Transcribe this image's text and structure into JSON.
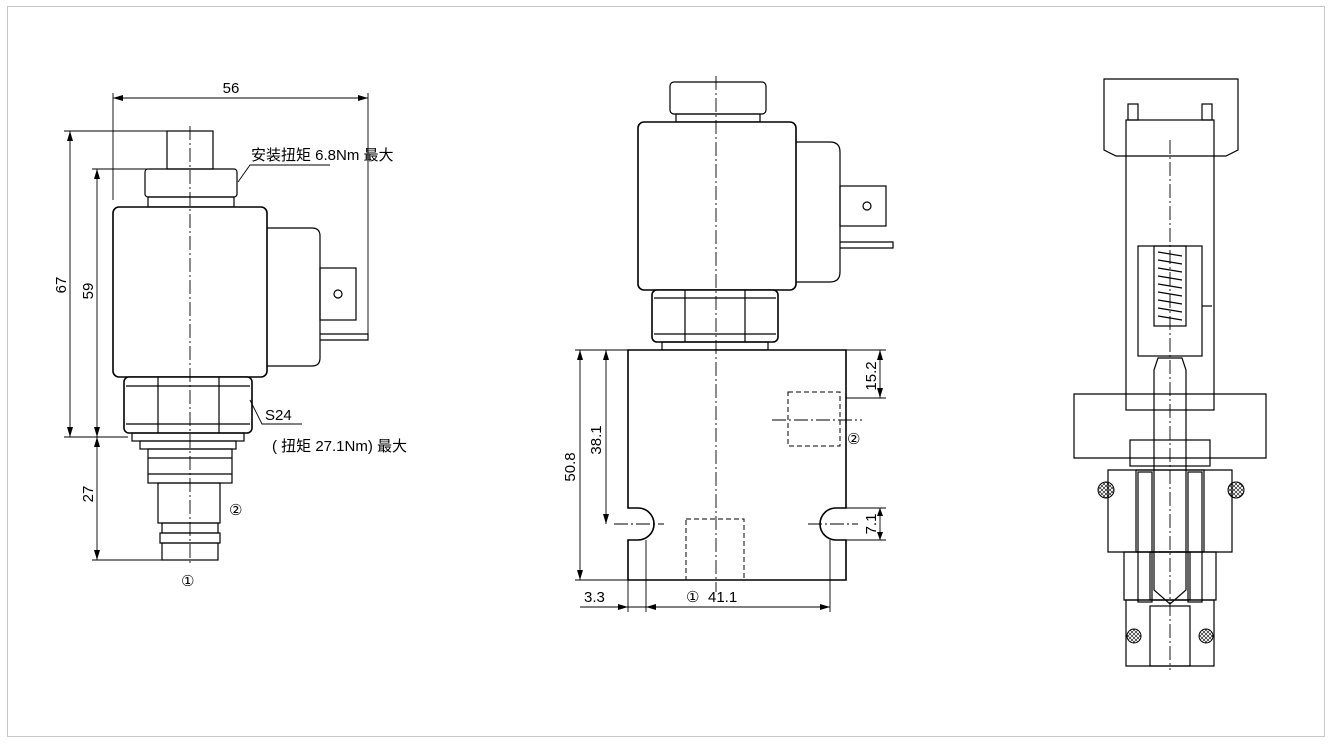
{
  "labels": {
    "install_torque": "安装扭矩 6.8Nm 最大",
    "hex_size": "S24",
    "hex_torque": "( 扭矩 27.1Nm) 最大",
    "port_1": "①",
    "port_2": "②"
  },
  "dimensions": {
    "d56": "56",
    "d67": "67",
    "d59": "59",
    "d27": "27",
    "d50_8": "50.8",
    "d38_1": "38.1",
    "d15_2": "15.2",
    "d7_1": "7.1",
    "d3_3": "3.3",
    "d41_1": "41.1"
  }
}
